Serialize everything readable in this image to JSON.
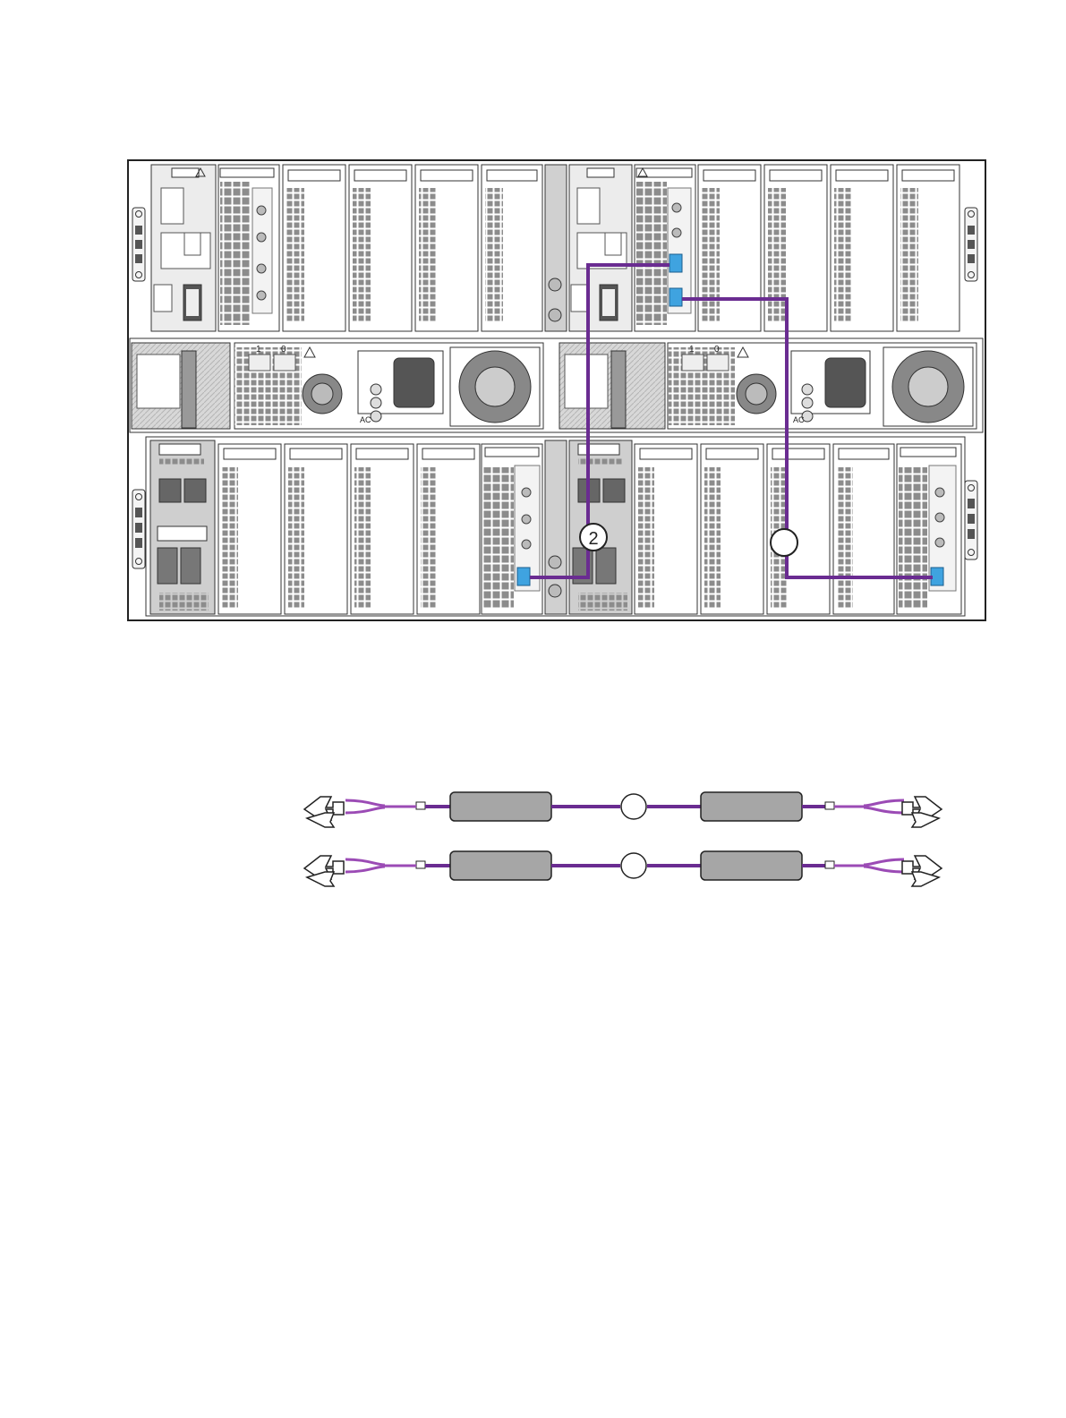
{
  "diagram": {
    "callouts": [
      {
        "id": "callout-1",
        "text": ""
      },
      {
        "id": "callout-2",
        "text": "2"
      }
    ],
    "psu_labels": {
      "on": "1",
      "off": "0",
      "ac": "AC"
    },
    "cable_legend": [
      {
        "callout": ""
      },
      {
        "callout": ""
      }
    ],
    "colors": {
      "cable": "#6a2c91",
      "cable_light": "#9b4bb5",
      "port_highlight": "#3fa3e0",
      "chassis_stroke": "#222222",
      "panel_fill": "#ececec",
      "grid_cell": "#8c8c8c"
    },
    "icon_names": [
      "warning-icon",
      "ethernet-port-icon",
      "serial-port-icon",
      "fan-icon",
      "sas-port-icon",
      "lc-connector-icon"
    ]
  }
}
